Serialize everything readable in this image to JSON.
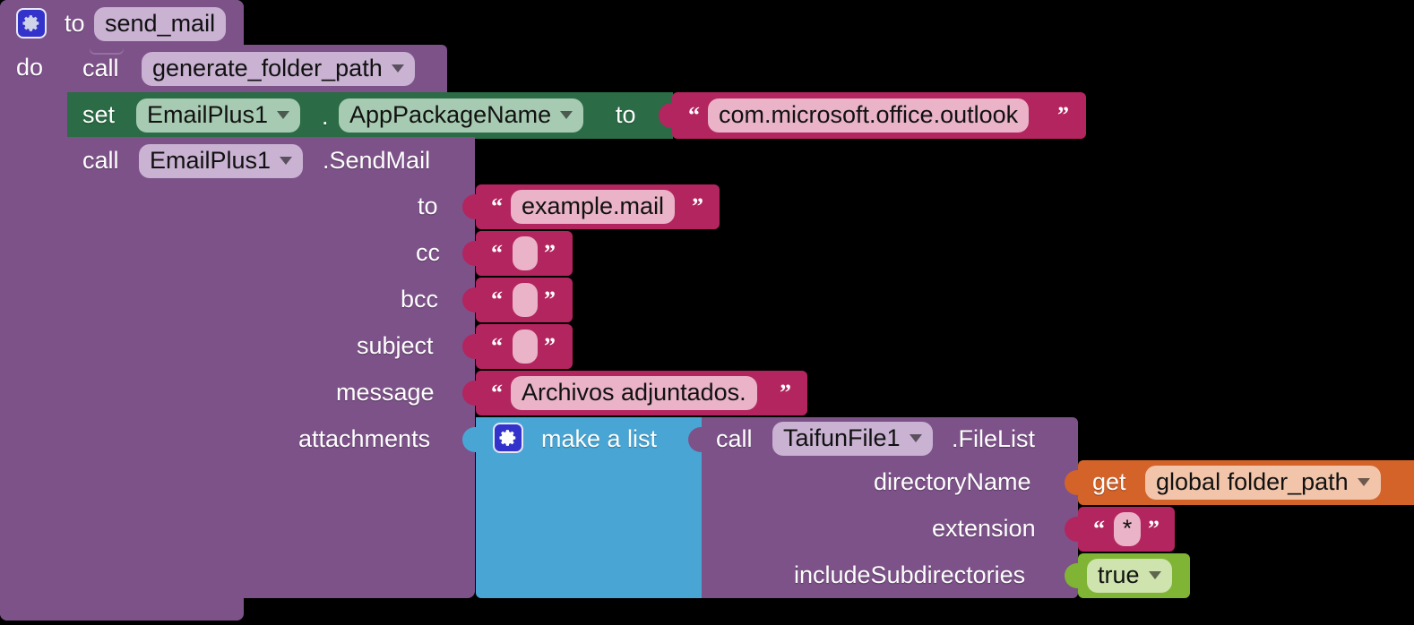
{
  "workspace": {
    "title": "MIT App Inventor blocks editor canvas",
    "background": "#000000"
  },
  "palette": {
    "procedure_purple": "#7D5289",
    "procedure_field": "#C9B2D2",
    "setter_green": "#2B6B45",
    "setter_field": "#A7CBB2",
    "text_crimson": "#B3255F",
    "text_field": "#EAB3C7",
    "list_blue": "#49A6D4",
    "variable_orange": "#D4632A",
    "variable_field": "#F2C5AA",
    "logic_green": "#7FB435",
    "logic_field": "#CFE3AE",
    "mutator_blue": "#3333CC"
  },
  "procedure": {
    "mutator_icon": "gear-icon",
    "to_label": "to",
    "name": "send_mail",
    "do_label": "do"
  },
  "statements": {
    "call_procedure": {
      "call_label": "call",
      "procedure_name": "generate_folder_path",
      "has_dropdown": true
    },
    "set_property": {
      "set_label": "set",
      "component": "EmailPlus1",
      "dot": ".",
      "property": "AppPackageName",
      "to_label": "to",
      "value_open_quote": "“",
      "value": "com.microsoft.office.outlook",
      "value_close_quote": "”"
    },
    "call_method": {
      "call_label": "call",
      "component": "EmailPlus1",
      "method": ".SendMail",
      "params": [
        {
          "name": "to",
          "socket_type": "text",
          "open_quote": "“",
          "value": "example.mail",
          "close_quote": "”"
        },
        {
          "name": "cc",
          "socket_type": "text",
          "open_quote": "“",
          "value": "",
          "close_quote": "”"
        },
        {
          "name": "bcc",
          "socket_type": "text",
          "open_quote": "“",
          "value": "",
          "close_quote": "”"
        },
        {
          "name": "subject",
          "socket_type": "text",
          "open_quote": "“",
          "value": "",
          "close_quote": "”"
        },
        {
          "name": "message",
          "socket_type": "text",
          "open_quote": "“",
          "value": "Archivos adjuntados.",
          "close_quote": "”"
        },
        {
          "name": "attachments",
          "socket_type": "list",
          "open_quote": "",
          "value": "",
          "close_quote": ""
        }
      ]
    }
  },
  "make_a_list": {
    "mutator_icon": "gear-icon",
    "label": "make a list"
  },
  "file_list_call": {
    "call_label": "call",
    "component": "TaifunFile1",
    "method": ".FileList",
    "params": [
      {
        "name": "directoryName"
      },
      {
        "name": "extension"
      },
      {
        "name": "includeSubdirectories"
      }
    ]
  },
  "file_list_values": {
    "directory_name": {
      "get_label": "get",
      "variable": "global folder_path",
      "has_dropdown": true
    },
    "extension": {
      "open_quote": "“",
      "value": "*",
      "close_quote": "”"
    },
    "include_subdirectories": {
      "value": "true",
      "has_dropdown": true
    }
  }
}
